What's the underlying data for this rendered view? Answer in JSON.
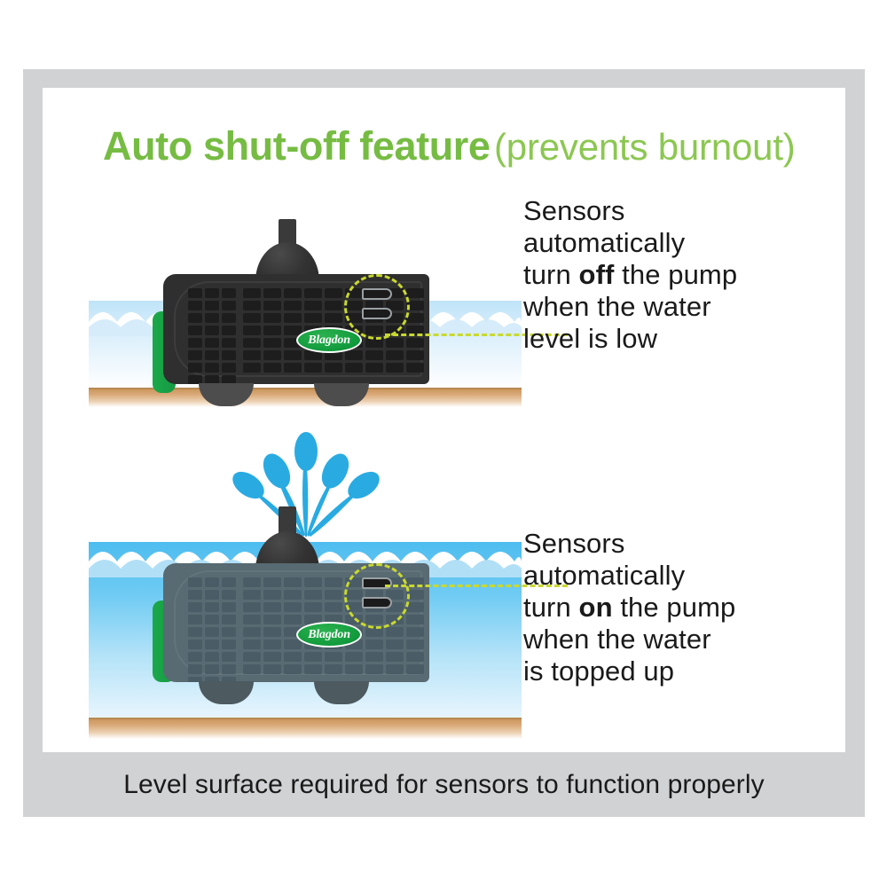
{
  "title": {
    "main": "Auto shut-off feature",
    "sub": "(prevents burnout)"
  },
  "caption": "Level surface required for sensors to function properly",
  "colors": {
    "accent_green": "#76bc43",
    "brand_green": "#119a3c",
    "sensor_dash": "#c9d92e",
    "water_blue": "#4dbdf0",
    "jet_blue": "#29abe2",
    "ground_tan": "#c79155",
    "frame_gray": "#d0d2d4",
    "pump_dark": "#2f2f2f",
    "pump_submerged": "#586a72",
    "handle_green": "#1aa84a"
  },
  "scenes": [
    {
      "id": "low-water",
      "state": "off",
      "pump_logo": "Blagdon",
      "callout": {
        "line1": "Sensors",
        "line2": "automatically",
        "line3_pre": "turn ",
        "line3_strong": "off",
        "line3_post": " the pump",
        "line4": "when the water",
        "line5": "level is low"
      }
    },
    {
      "id": "topped-up-water",
      "state": "on",
      "pump_logo": "Blagdon",
      "callout": {
        "line1": "Sensors",
        "line2": "automatically",
        "line3_pre": "turn ",
        "line3_strong": "on",
        "line3_post": " the pump",
        "line4": "when the water",
        "line5": "is topped up"
      }
    }
  ],
  "icons": {
    "sensor": "sensor-slot-icon",
    "handle": "pump-handle-icon",
    "outlet": "pump-outlet-icon",
    "fountain": "water-fountain-icon"
  }
}
